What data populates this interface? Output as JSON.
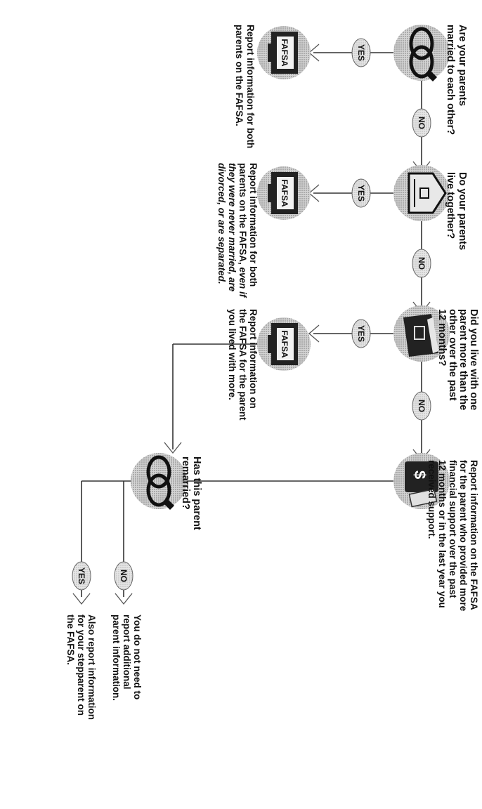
{
  "questions": {
    "q1": [
      "Are your parents",
      "married to each other?"
    ],
    "q2": [
      "Do your parents",
      "live together?"
    ],
    "q3": [
      "Did you live with one",
      "parent more than the",
      "other over the past",
      "12 months?"
    ],
    "q4": [
      "Has this parent",
      "remarried?"
    ]
  },
  "results": {
    "r1": [
      "Report information for both",
      "parents on the FAFSA."
    ],
    "r2a": [
      "Report information for both",
      "parents on the FAFSA, "
    ],
    "r2a_em": "even if",
    "r2b": [
      "they were never married, are",
      "divorced, or are separated."
    ],
    "r3": [
      "Report information on",
      "the FAFSA for the parent",
      "you lived with more."
    ],
    "r4": [
      "Report information on the FAFSA",
      "for the parent who provided more",
      "financial support over the past",
      "12 months or in the last year you",
      "received support."
    ],
    "r5": [
      "You do not need to",
      "report additional",
      "parent information."
    ],
    "r6": [
      "Also report information",
      "for your stepparent on",
      "the FAFSA."
    ]
  },
  "badges": {
    "yes": "YES",
    "no": "NO"
  },
  "icons": {
    "rings": "wedding-rings-icon",
    "house": "house-icon",
    "calendar": "calendar-icon",
    "money": "money-wallet-icon",
    "fafsa": "fafsa-monitor-icon",
    "fafsa_label": "FAFSA"
  },
  "colors": {
    "icon_fill": "#bdbdbd",
    "ink": "#111111"
  }
}
